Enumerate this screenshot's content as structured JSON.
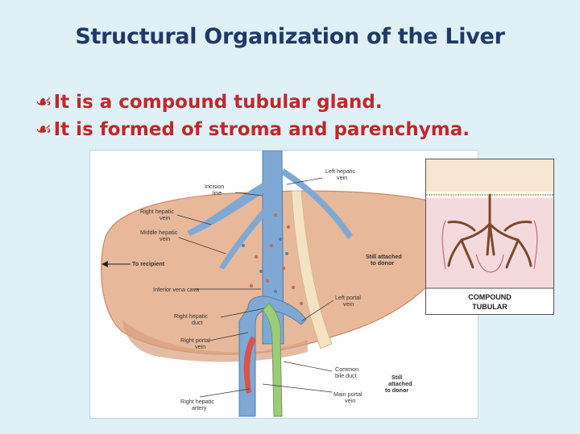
{
  "slide": {
    "title": "Structural Organization of the Liver",
    "bullet_marker": "☙",
    "bullets": [
      "It is a compound tubular gland.",
      "It is formed of stroma and parenchyma."
    ]
  },
  "liver_figure": {
    "labels": {
      "incision_line": [
        "Incision",
        "line"
      ],
      "left_hepatic_vein": [
        "Left hepatic",
        "vein"
      ],
      "right_hepatic_vein": [
        "Right hepatic",
        "vein"
      ],
      "middle_hepatic_vein": [
        "Middle hepatic",
        "vein"
      ],
      "to_recipient": "To recipient",
      "still_attached_right": [
        "Still attached",
        "to donor"
      ],
      "inferior_vena_cava": "Inferior vena cava",
      "left_portal_vein": [
        "Left portal",
        "vein"
      ],
      "right_hepatic_duct": [
        "Right hepatic",
        "duct"
      ],
      "right_portal_vein": [
        "Right portal",
        "vein"
      ],
      "common_bile_duct": [
        "Common",
        "bile duct"
      ],
      "still_attached_bottom": [
        "Still",
        "attached",
        "to donor"
      ],
      "main_portal_vein": [
        "Main portal",
        "vein"
      ],
      "right_hepatic_artery": [
        "Right hepatic",
        "artery"
      ]
    },
    "colors": {
      "liver": "#e8b89a",
      "vessel": "#7fa9d4",
      "vessel_dark": "#4f7fb5",
      "duct": "#9ccc7a",
      "artery": "#d9534f",
      "ligament": "#f3e2c4"
    }
  },
  "tubular_figure": {
    "caption": [
      "COMPOUND",
      "TUBULAR"
    ],
    "colors": {
      "epithelium": "#f6e6d2",
      "tissue": "#f4d9dd",
      "duct": "#7a4a2a"
    }
  }
}
